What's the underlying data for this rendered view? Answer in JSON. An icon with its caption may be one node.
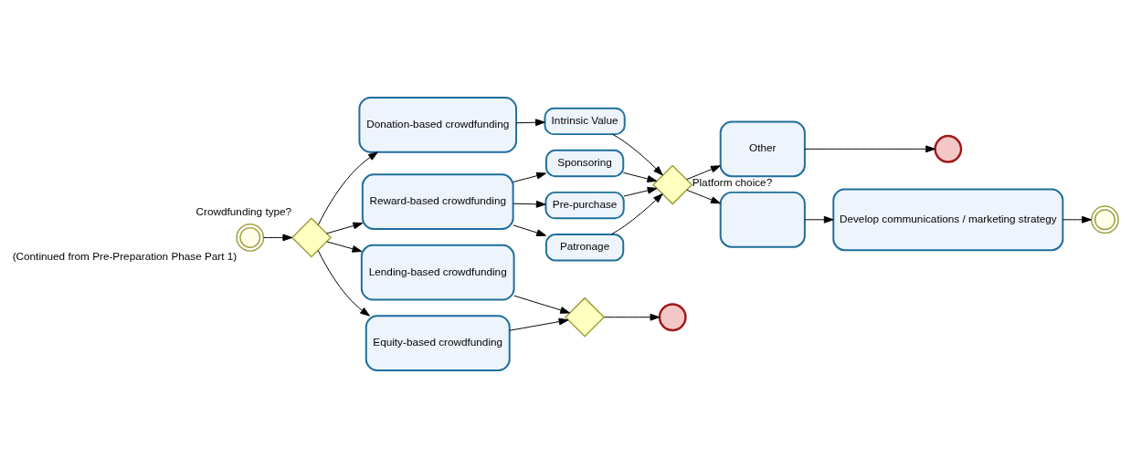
{
  "diagram": {
    "nodes": [
      {
        "text": [],
        "shape": "circle",
        "beside": [
          "(Continued from Pre-Preparation Phase Part 1)"
        ]
      },
      {
        "text": [],
        "shape": "diamond",
        "beside": [
          "Crowdfunding type?"
        ]
      },
      {
        "text": [
          "Donation-based crowdfunding"
        ]
      },
      {
        "text": [
          "Reward-based crowdfunding"
        ]
      },
      {
        "text": [
          "Lending-based crowdfunding"
        ]
      },
      {
        "text": [
          "Equity-based crowdfunding"
        ]
      },
      {
        "text": [
          "Intrinsic Value"
        ]
      },
      {
        "text": [
          "Sponsoring"
        ]
      },
      {
        "text": [
          "Pre-purchase"
        ]
      },
      {
        "text": [
          "Patronage"
        ]
      },
      {
        "text": [],
        "shape": "diamond",
        "beside": [
          "Platform choice?"
        ]
      },
      {
        "text": [],
        "shape": "diamond"
      },
      {
        "text": [],
        "shape": "circle"
      },
      {
        "text": [
          "Other"
        ]
      },
      {
        "text": [],
        "shape": "circle"
      },
      {
        "text": [],
        "shape": "box"
      },
      {
        "text": [
          "Develop communications / marketing strategy"
        ]
      },
      {
        "text": [],
        "shape": "circle"
      }
    ],
    "edges": [
      {
        "from": 0,
        "to": 1,
        "arrow": "to"
      },
      {
        "from": 1,
        "to": 2,
        "arrow": "to"
      },
      {
        "from": 1,
        "to": 3,
        "arrow": "to"
      },
      {
        "from": 1,
        "to": 4,
        "arrow": "to"
      },
      {
        "from": 1,
        "to": 5,
        "arrow": "to"
      },
      {
        "from": 2,
        "to": 6,
        "arrow": "to"
      },
      {
        "from": 3,
        "to": 7,
        "arrow": "to"
      },
      {
        "from": 3,
        "to": 8,
        "arrow": "to"
      },
      {
        "from": 3,
        "to": 9,
        "arrow": "to"
      },
      {
        "from": 6,
        "to": 10,
        "arrow": "to"
      },
      {
        "from": 7,
        "to": 10,
        "arrow": "to"
      },
      {
        "from": 8,
        "to": 10,
        "arrow": "to"
      },
      {
        "from": 9,
        "to": 10,
        "arrow": "to"
      },
      {
        "from": 4,
        "to": 11,
        "arrow": "to"
      },
      {
        "from": 5,
        "to": 11,
        "arrow": "to"
      },
      {
        "from": 11,
        "to": 12,
        "arrow": "to"
      },
      {
        "from": 10,
        "to": 13,
        "arrow": "to"
      },
      {
        "from": 10,
        "to": 15,
        "arrow": "to"
      },
      {
        "from": 13,
        "to": 14,
        "arrow": "to"
      },
      {
        "from": 15,
        "to": 16,
        "arrow": "to"
      },
      {
        "from": 16,
        "to": 17,
        "arrow": "to"
      }
    ]
  }
}
